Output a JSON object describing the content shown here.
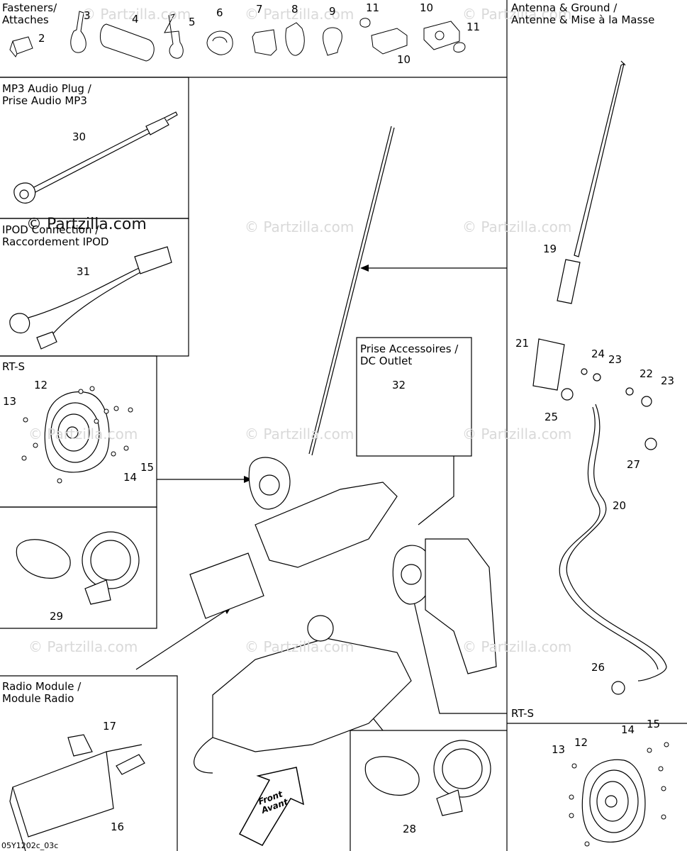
{
  "sections": {
    "fasteners": {
      "title_en": "Fasteners/",
      "title_fr": "Attaches"
    },
    "antenna": {
      "title_en": "Antenna & Ground /",
      "title_fr": "Antenne & Mise à la Masse"
    },
    "mp3": {
      "title_en": "MP3 Audio Plug /",
      "title_fr": "Prise Audio MP3"
    },
    "ipod": {
      "title_en": "IPOD Connection /",
      "title_fr": "Raccordement IPOD"
    },
    "rts_left": {
      "title": "RT-S"
    },
    "rts_right": {
      "title": "RT-S"
    },
    "dc_outlet": {
      "title_fr": "Prise Accessoires /",
      "title_en": "DC Outlet"
    },
    "radio_module": {
      "title_en": "Radio Module /",
      "title_fr": "Module Radio"
    }
  },
  "callouts": {
    "c2": "2",
    "c3": "3",
    "c4": "4",
    "c5": "5",
    "c6": "6",
    "c7": "7",
    "c8": "8",
    "c9": "9",
    "c10a": "10",
    "c10b": "10",
    "c11a": "11",
    "c11b": "11",
    "c30": "30",
    "c31": "31",
    "c12": "12",
    "c13": "13",
    "c14": "14",
    "c15": "15",
    "c29": "29",
    "c32": "32",
    "c16": "16",
    "c17": "17",
    "c28": "28",
    "c19": "19",
    "c20": "20",
    "c21": "21",
    "c22": "22",
    "c23a": "23",
    "c23b": "23",
    "c24": "24",
    "c25": "25",
    "c26": "26",
    "c27": "27",
    "c12r": "12",
    "c13r": "13",
    "c14r": "14",
    "c15r": "15"
  },
  "front_arrow": {
    "line1": "Front",
    "line2": "Avant"
  },
  "watermark": {
    "text": "© Partzilla.com",
    "overlay": "© Partzilla.com"
  },
  "figure_code": "05Y1202c_03c"
}
